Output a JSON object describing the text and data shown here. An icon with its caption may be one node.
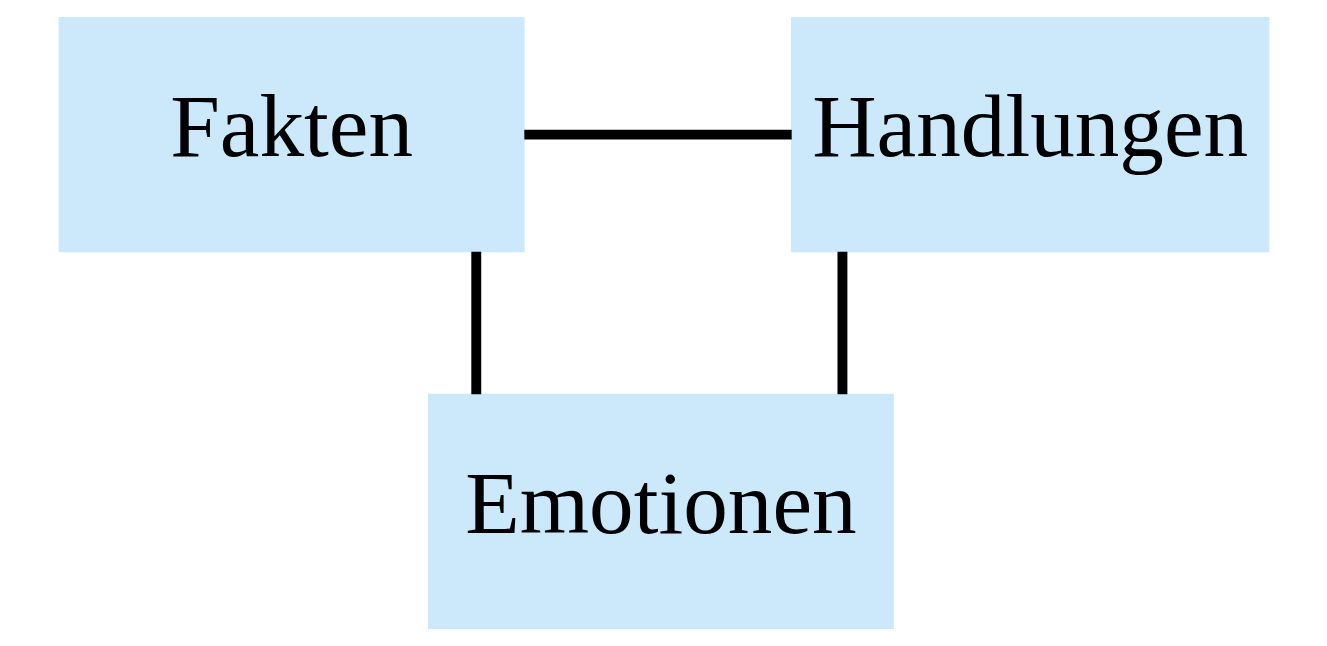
{
  "diagram": {
    "nodes": [
      {
        "text": [
          "Fakten"
        ]
      },
      {
        "text": [
          "Handlungen"
        ]
      },
      {
        "text": [
          "Emotionen"
        ]
      }
    ],
    "edges": [
      {
        "from": 0,
        "to": 1,
        "arrow": "none"
      },
      {
        "from": 0,
        "to": 2,
        "arrow": "none"
      },
      {
        "from": 1,
        "to": 2,
        "arrow": "none"
      }
    ]
  }
}
